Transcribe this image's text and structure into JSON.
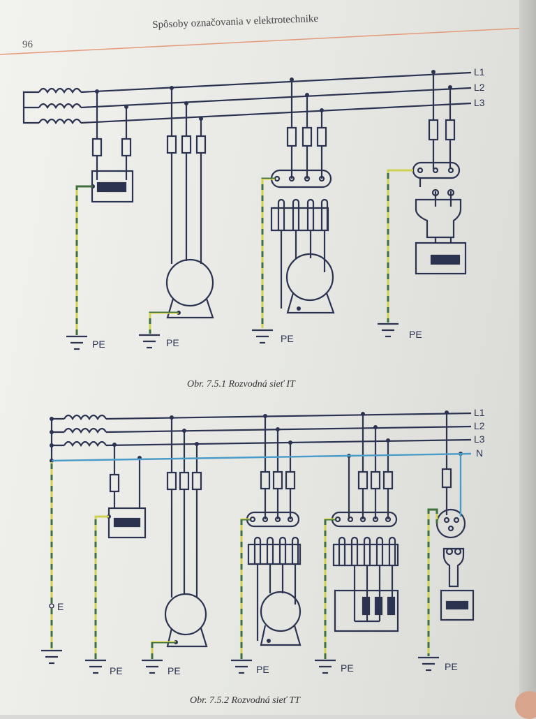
{
  "page": {
    "number": "96",
    "header": "Spôsoby označovania v elektrotechnike"
  },
  "colors": {
    "conductor": "#2b3350",
    "neutral": "#4a9cc8",
    "pe_yellow": "#cfd24f",
    "pe_green": "#3f6f3a",
    "header_rule": "#e39a7a"
  },
  "figure_it": {
    "caption": "Obr. 7.5.1  Rozvodná sieť IT",
    "line_labels": [
      "L1",
      "L2",
      "L3"
    ],
    "ground_label": "PE"
  },
  "figure_tt": {
    "caption": "Obr. 7.5.2  Rozvodná sieť TT",
    "line_labels": [
      "L1",
      "L2",
      "L3",
      "N"
    ],
    "source_ground_label": "E",
    "ground_label": "PE"
  }
}
